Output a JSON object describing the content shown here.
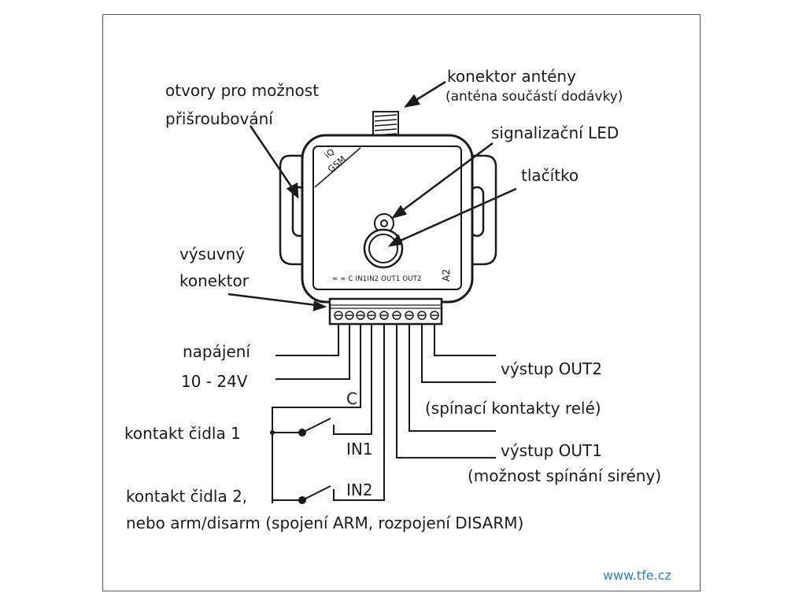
{
  "labels": {
    "antenna_connector": "konektor antény",
    "antenna_note": "(anténa součástí dodávky)",
    "screw_holes_line1": "otvory pro možnost",
    "screw_holes_line2": "přišroubování",
    "signal_led": "signalizační LED",
    "button": "tlačítko",
    "pull_connector_line1": "výsuvný",
    "pull_connector_line2": "konektor",
    "power_line1": "napájení",
    "power_line2": "10 - 24V",
    "terminal_c": "C",
    "terminal_in1": "IN1",
    "terminal_in2": "IN2",
    "sensor1": "kontakt čidla 1",
    "sensor2_line1": "kontakt čidla 2,",
    "sensor2_line2": "nebo arm/disarm (spojení ARM, rozpojení DISARM)",
    "out2_line1": "výstup OUT2",
    "out2_line2": "(spínací kontakty relé)",
    "out1_line1": "výstup OUT1",
    "out1_line2": "(možnost spínání sirény)",
    "website": "www.tfe.cz"
  },
  "device": {
    "brand_line1": "iQ",
    "brand_line2": "GSM",
    "model": "A2",
    "terminal_strip": "≂ ≂  C  IN1IN2 OUT1  OUT2"
  },
  "colors": {
    "ink": "#1a1a1a",
    "link": "#2f7fb8"
  }
}
